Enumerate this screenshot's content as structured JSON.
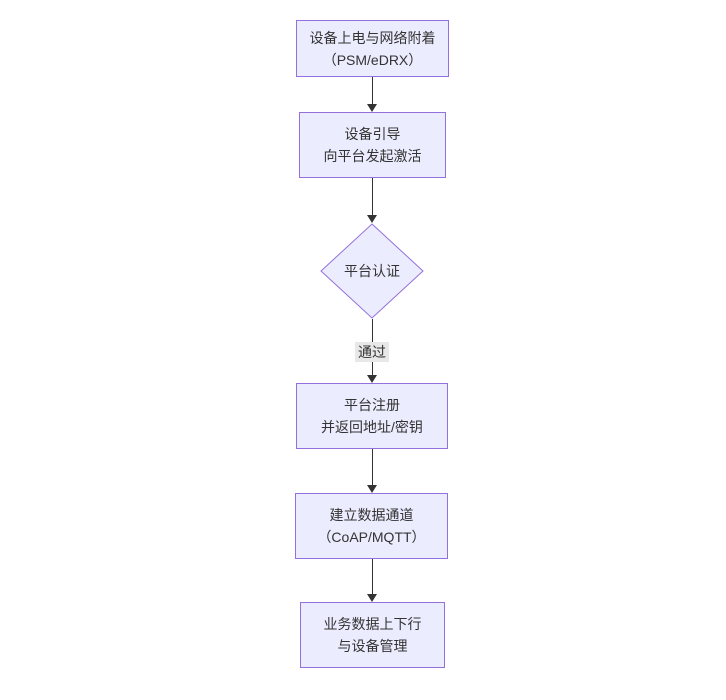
{
  "diagram": {
    "type": "flowchart",
    "direction": "top-down",
    "nodes": [
      {
        "id": "power-attach",
        "shape": "rect",
        "lines": [
          "设备上电与网络附着",
          "（PSM/eDRX）"
        ]
      },
      {
        "id": "bootstrap",
        "shape": "rect",
        "lines": [
          "设备引导",
          "向平台发起激活"
        ]
      },
      {
        "id": "platform-auth",
        "shape": "diamond",
        "lines": [
          "平台认证"
        ]
      },
      {
        "id": "register",
        "shape": "rect",
        "lines": [
          "平台注册",
          "并返回地址/密钥"
        ]
      },
      {
        "id": "data-channel",
        "shape": "rect",
        "lines": [
          "建立数据通道",
          "（CoAP/MQTT）"
        ]
      },
      {
        "id": "business-data",
        "shape": "rect",
        "lines": [
          "业务数据上下行",
          "与设备管理"
        ]
      }
    ],
    "edges": [
      {
        "from": "power-attach",
        "to": "bootstrap",
        "label": ""
      },
      {
        "from": "bootstrap",
        "to": "platform-auth",
        "label": ""
      },
      {
        "from": "platform-auth",
        "to": "register",
        "label": "通过"
      },
      {
        "from": "register",
        "to": "data-channel",
        "label": ""
      },
      {
        "from": "data-channel",
        "to": "business-data",
        "label": ""
      }
    ],
    "colors": {
      "node_fill": "#ECECFF",
      "node_border": "#9370DB",
      "edge_line": "#333333",
      "edge_label_bg": "#e8e8e8",
      "text": "#333333",
      "background": "#ffffff"
    }
  }
}
